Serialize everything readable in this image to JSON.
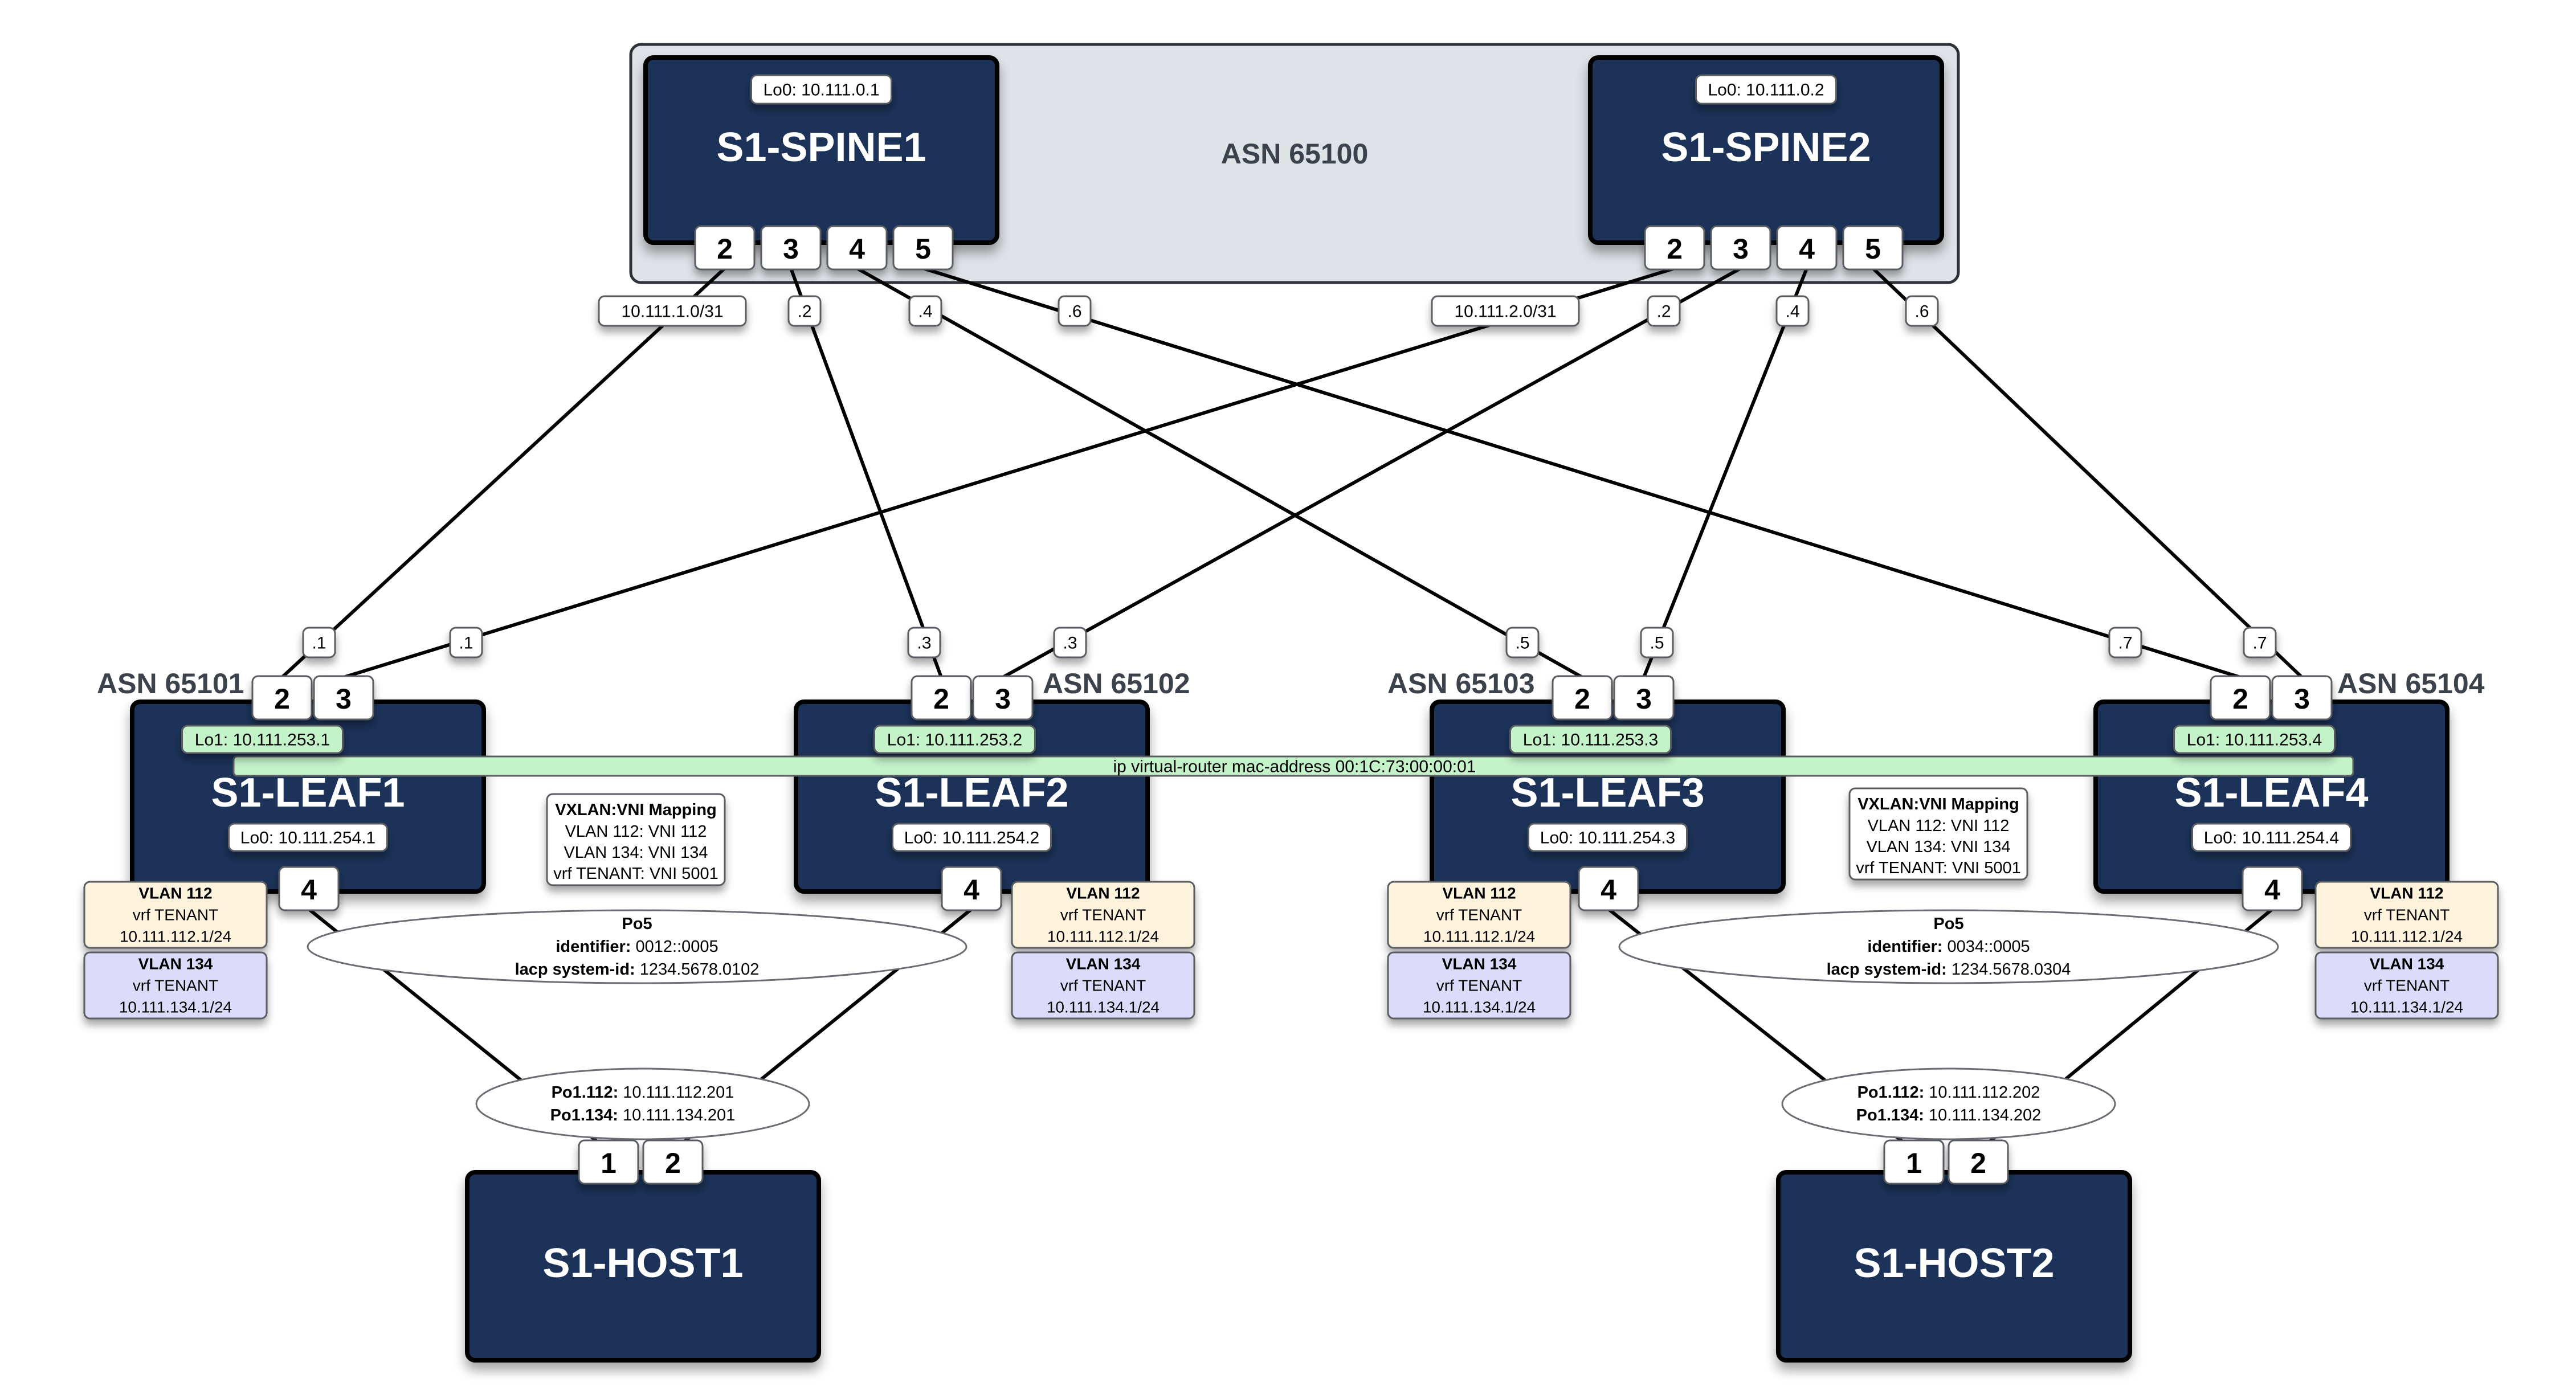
{
  "colors": {
    "device_fill": "#1a3159",
    "device_border": "#000000",
    "asn_zone_fill": "#dfe2e7",
    "asn_zone_border": "#2f3338",
    "asn_text": "#3b424c",
    "loopback0_fill": "#ffffff",
    "loopback1_fill": "#c4f2c9",
    "vlan112_fill": "#fdf2dc",
    "vlan134_fill": "#dcdcfa",
    "link": "#000000"
  },
  "spine_zone": {
    "asn_label": "ASN 65100"
  },
  "spines": [
    {
      "name": "S1-SPINE1",
      "lo0": "Lo0: 10.111.0.1",
      "ports": [
        "2",
        "3",
        "4",
        "5"
      ]
    },
    {
      "name": "S1-SPINE2",
      "lo0": "Lo0: 10.111.0.2",
      "ports": [
        "2",
        "3",
        "4",
        "5"
      ]
    }
  ],
  "spine_link_labels": {
    "spine1": [
      "10.111.1.0/31",
      ".2",
      ".4",
      ".6"
    ],
    "spine2": [
      "10.111.2.0/31",
      ".2",
      ".4",
      ".6"
    ]
  },
  "leaf_link_labels": {
    "leaf1": [
      ".1",
      ".1"
    ],
    "leaf2": [
      ".3",
      ".3"
    ],
    "leaf3": [
      ".5",
      ".5"
    ],
    "leaf4": [
      ".7",
      ".7"
    ]
  },
  "leaves": [
    {
      "name": "S1-LEAF1",
      "asn": "ASN 65101",
      "lo1": "Lo1: 10.111.253.1",
      "lo0": "Lo0: 10.111.254.1",
      "uplink_ports": [
        "2",
        "3"
      ],
      "downlink_port": "4"
    },
    {
      "name": "S1-LEAF2",
      "asn": "ASN 65102",
      "lo1": "Lo1: 10.111.253.2",
      "lo0": "Lo0: 10.111.254.2",
      "uplink_ports": [
        "2",
        "3"
      ],
      "downlink_port": "4"
    },
    {
      "name": "S1-LEAF3",
      "asn": "ASN 65103",
      "lo1": "Lo1: 10.111.253.3",
      "lo0": "Lo0: 10.111.254.3",
      "uplink_ports": [
        "2",
        "3"
      ],
      "downlink_port": "4"
    },
    {
      "name": "S1-LEAF4",
      "asn": "ASN 65104",
      "lo1": "Lo1: 10.111.253.4",
      "lo0": "Lo0: 10.111.254.4",
      "uplink_ports": [
        "2",
        "3"
      ],
      "downlink_port": "4"
    }
  ],
  "virtual_router_mac": "ip virtual-router mac-address 00:1C:73:00:00:01",
  "vlan_boxes": {
    "vlan112": {
      "title": "VLAN 112",
      "vrf": "vrf TENANT",
      "ip": "10.111.112.1/24"
    },
    "vlan134": {
      "title": "VLAN 134",
      "vrf": "vrf TENANT",
      "ip": "10.111.134.1/24"
    }
  },
  "vxlan_mapping": [
    {
      "title": "VXLAN:VNI Mapping",
      "lines": [
        "VLAN 112: VNI 112",
        "VLAN 134: VNI 134",
        "vrf TENANT: VNI 5001"
      ]
    },
    {
      "title": "VXLAN:VNI Mapping",
      "lines": [
        "VLAN 112: VNI 112",
        "VLAN 134: VNI 134",
        "vrf TENANT: VNI 5001"
      ]
    }
  ],
  "port_channels_leaf": [
    {
      "title": "Po5",
      "identifier_key": "identifier:",
      "identifier_val": " 0012::0005",
      "sysid_key": "lacp system-id:",
      "sysid_val": " 1234.5678.0102"
    },
    {
      "title": "Po5",
      "identifier_key": "identifier:",
      "identifier_val": " 0034::0005",
      "sysid_key": "lacp system-id:",
      "sysid_val": " 1234.5678.0304"
    }
  ],
  "port_channels_host": [
    {
      "l1_key": "Po1.112:",
      "l1_val": " 10.111.112.201",
      "l2_key": "Po1.134:",
      "l2_val": " 10.111.134.201"
    },
    {
      "l1_key": "Po1.112:",
      "l1_val": " 10.111.112.202",
      "l2_key": "Po1.134:",
      "l2_val": " 10.111.134.202"
    }
  ],
  "hosts": [
    {
      "name": "S1-HOST1",
      "ports": [
        "1",
        "2"
      ]
    },
    {
      "name": "S1-HOST2",
      "ports": [
        "1",
        "2"
      ]
    }
  ]
}
